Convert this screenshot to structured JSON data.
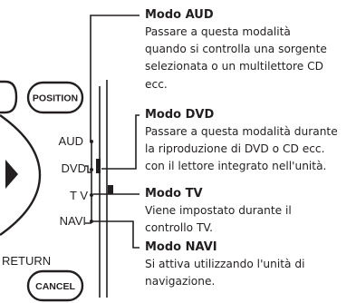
{
  "remote": {
    "position_label": "POSITION",
    "cancel_label": "CANCEL",
    "return_label": "RETURN",
    "switch_labels": {
      "aud": "AUD",
      "dvd": "DVD",
      "tv": "T V",
      "navi": "NAVI"
    }
  },
  "modes": [
    {
      "title": "Modo AUD",
      "description": [
        "Passare a questa modalità",
        "quando si controlla una sorgente",
        "selezionata o un multilettore CD",
        "ecc."
      ]
    },
    {
      "title": "Modo DVD",
      "description": [
        "Passare a questa modalità durante",
        "la riproduzione di DVD o CD ecc.",
        "con il lettore integrato nell'unità."
      ]
    },
    {
      "title": "Modo TV",
      "description": [
        "Viene impostato durante il",
        "controllo TV."
      ]
    },
    {
      "title": "Modo NAVI",
      "description": [
        "Si attiva utilizzando l'unità di",
        "navigazione."
      ]
    }
  ]
}
